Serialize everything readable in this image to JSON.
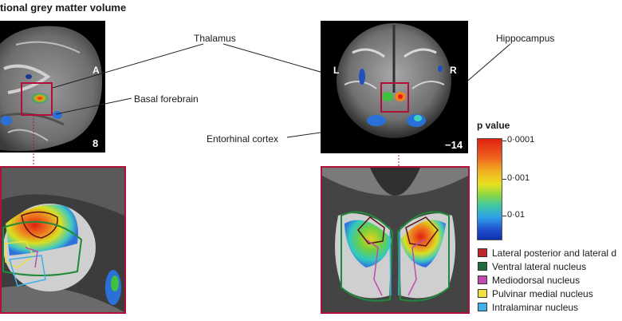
{
  "figure": {
    "title": "tional grey matter volume",
    "sagittal": {
      "orientation_label": "A",
      "slice_number": "8"
    },
    "coronal": {
      "left_label": "L",
      "right_label": "R",
      "slice_number": "−14"
    },
    "annotations": {
      "thalamus": "Thalamus",
      "hippocampus": "Hippocampus",
      "basal_forebrain": "Basal forebrain",
      "entorhinal_cortex": "Entorhinal cortex"
    }
  },
  "colorbar": {
    "title": "p value",
    "ticks": [
      "0·0001",
      "0·001",
      "0·01"
    ],
    "colors": {
      "high": "#e02010",
      "mid": "#e8e020",
      "low": "#1030b0"
    }
  },
  "legend": [
    {
      "label": "Lateral posterior and lateral d",
      "color": "#c0272d"
    },
    {
      "label": "Ventral lateral nucleus",
      "color": "#1f6b3a"
    },
    {
      "label": "Mediodorsal nucleus",
      "color": "#c04ab0"
    },
    {
      "label": "Pulvinar medial nucleus",
      "color": "#f0e040"
    },
    {
      "label": "Intralaminar  nucleus",
      "color": "#40b0e8"
    }
  ]
}
